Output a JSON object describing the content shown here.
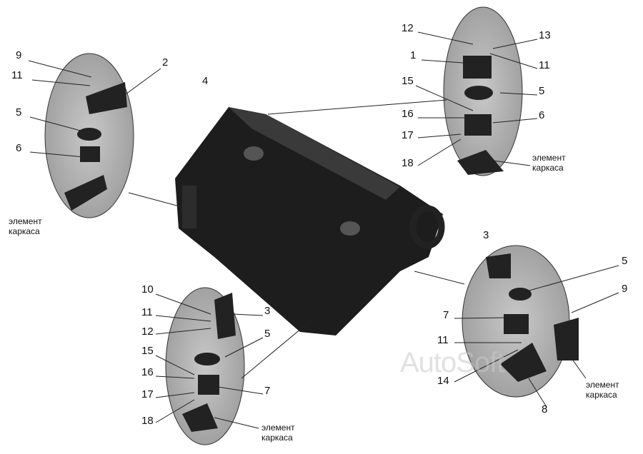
{
  "engine_label": "4",
  "frame_caption_line1": "элемент",
  "frame_caption_line2": "каркаса",
  "watermark": "AutoSoft",
  "left_group": [
    "9",
    "11",
    "2",
    "5",
    "6"
  ],
  "top_right_group": [
    "12",
    "13",
    "1",
    "11",
    "15",
    "5",
    "16",
    "6",
    "17",
    "18"
  ],
  "bottom_left_group": [
    "10",
    "11",
    "3",
    "12",
    "5",
    "15",
    "16",
    "7",
    "17",
    "18"
  ],
  "bottom_right_group": [
    "3",
    "5",
    "9",
    "7",
    "11",
    "14",
    "8"
  ]
}
